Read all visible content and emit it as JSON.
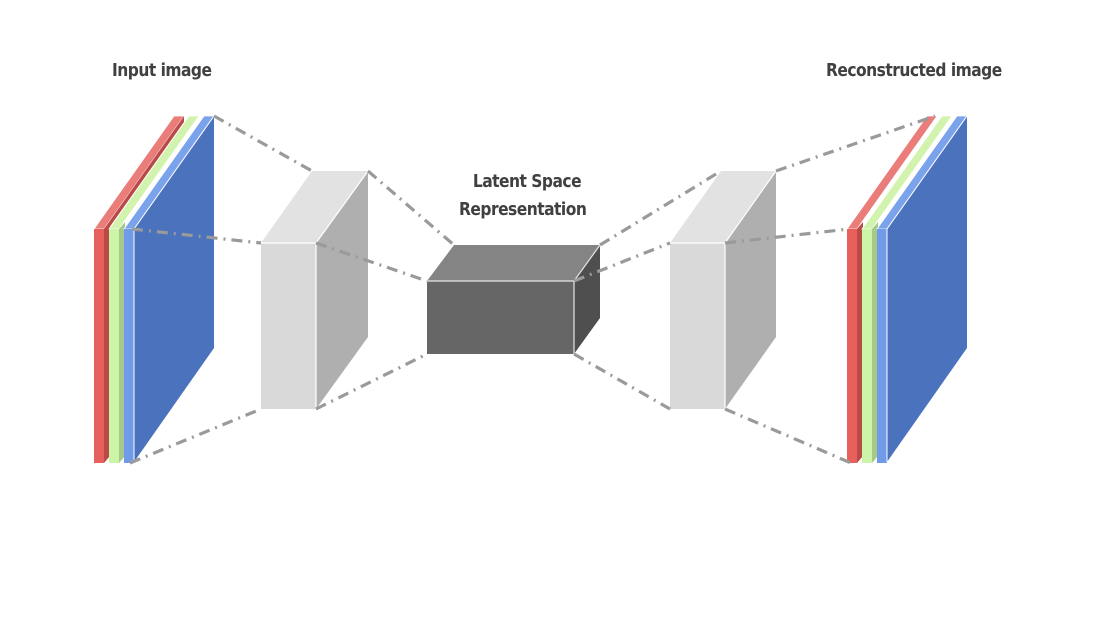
{
  "labels": {
    "input": "Input image",
    "latent_line1": "Latent Space",
    "latent_line2": "Representation",
    "output": "Reconstructed image"
  },
  "colors": {
    "red_front": "#e8605c",
    "red_top": "#ea7d79",
    "red_side": "#b94a48",
    "green_front": "#cdf5a8",
    "green_top": "#d2f3ae",
    "green_side": "#a6c98a",
    "blue_light_front": "#6f9be8",
    "blue_light_top": "#7aa3ec",
    "blue_face": "#4a72bd",
    "encoder_front": "#d9d9d9",
    "encoder_top": "#e2e2e2",
    "encoder_side": "#afafaf",
    "latent_front": "#666666",
    "latent_top": "#848484",
    "latent_side": "#4f4f4f",
    "connector": "#9a9a9a",
    "text": "#404040"
  },
  "components": [
    {
      "id": "input-image",
      "role": "input",
      "channels": [
        "red",
        "green",
        "blue"
      ]
    },
    {
      "id": "encoder-layer",
      "role": "encoder"
    },
    {
      "id": "latent-space",
      "role": "bottleneck"
    },
    {
      "id": "decoder-layer",
      "role": "decoder"
    },
    {
      "id": "reconstructed-image",
      "role": "output",
      "channels": [
        "red",
        "green",
        "blue"
      ]
    }
  ]
}
